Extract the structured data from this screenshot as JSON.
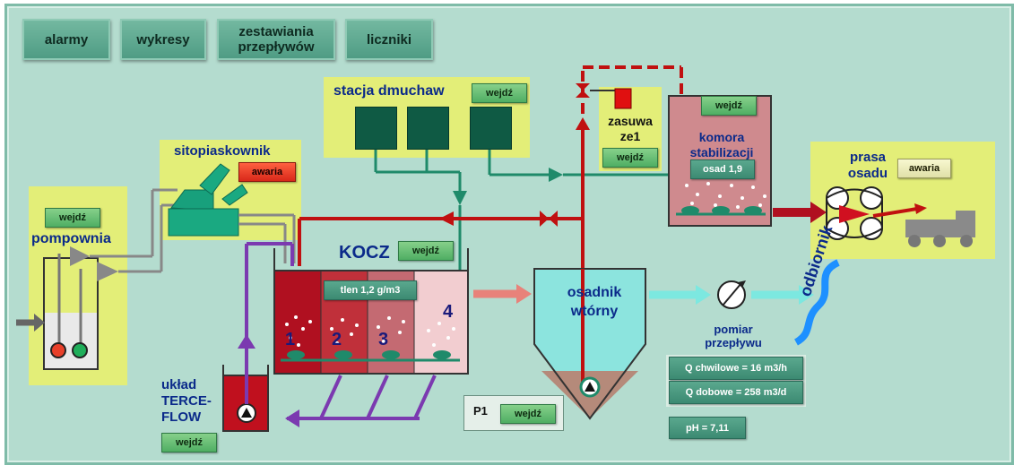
{
  "nav": {
    "alarmy": "alarmy",
    "wykresy": "wykresy",
    "zestawiania": "zestawiania przepływów",
    "liczniki": "liczniki"
  },
  "enter_label": "wejdź",
  "stations": {
    "pompownia": "pompownia",
    "sitopiaskownik": "sitopiaskownik",
    "sitopiaskownik_alarm": "awaria",
    "stacja_dmuchaw": "stacja dmuchaw",
    "kocz": "KOCZ",
    "kocz_oxygen": "tlen  1,2 g/m3",
    "chambers": [
      "1",
      "2",
      "3",
      "4"
    ],
    "osadnik": "osadnik wtórny",
    "zasuwa": "zasuwa ze1",
    "komora": "komora stabilizacji",
    "komora_osad": "osad  1,9",
    "prasa": "prasa osadu",
    "prasa_alarm": "awaria",
    "uklad": "układ TERCE-FLOW",
    "p1": "P1",
    "pomiar": "pomiar przepływu",
    "odbiornik": "odbiornik"
  },
  "measurements": {
    "q_chwilowe": "Q chwilowe  =  16 m3/h",
    "q_dobowe": "Q dobowe  =  258 m3/d",
    "ph": "pH  =  7,11"
  },
  "colors": {
    "background": "#b4dccf",
    "panel_yellow": "#e3ee78",
    "pipe_green": "#1f8a6a",
    "pipe_red": "#c01010",
    "pipe_purple": "#7b3ab0",
    "alarm_red": "#e8402a"
  }
}
